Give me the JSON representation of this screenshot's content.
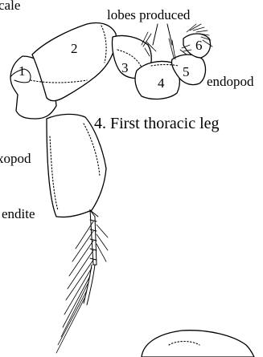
{
  "labels": {
    "scale": "cale",
    "lobes": "lobes produced",
    "endopod": "endopod",
    "exopod": "xopod",
    "endite": "endite",
    "caption": "4. First thoracic leg"
  },
  "segment_numbers": [
    "1",
    "2",
    "3",
    "4",
    "5",
    "6"
  ]
}
